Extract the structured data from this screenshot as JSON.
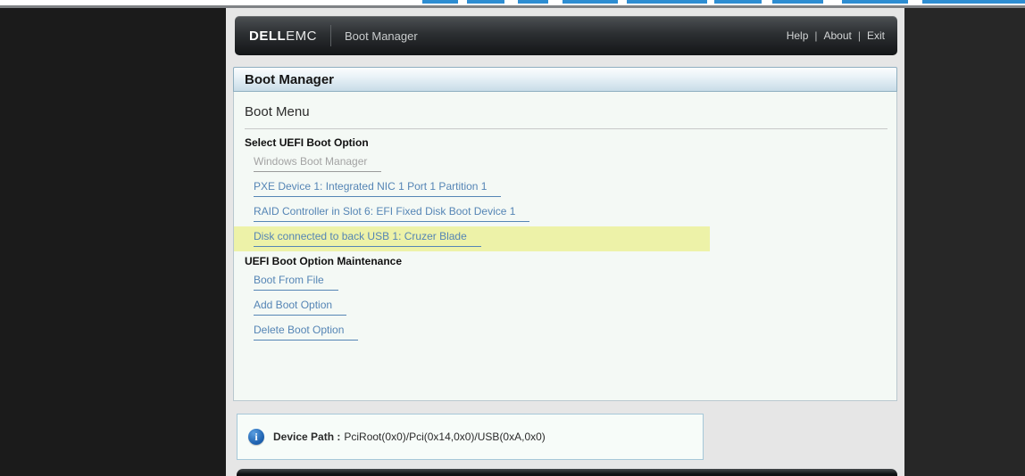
{
  "colors": {
    "accent_blue": "#2d8dd2",
    "link_blue": "#5585b5",
    "link_disabled": "#a3a3a3",
    "highlight_yellow": "#edf2a8",
    "panel_bg": "#f4f9f5",
    "info_border": "#a6c8d9"
  },
  "appbar": {
    "brand_dell": "DELL",
    "brand_emc": "EMC",
    "title": "Boot Manager",
    "separator": "|",
    "menu": [
      {
        "label": "Help"
      },
      {
        "label": "About"
      },
      {
        "label": "Exit"
      }
    ]
  },
  "title_bar": {
    "title": "Boot Manager"
  },
  "boot_menu": {
    "section_title": "Boot Menu",
    "groups": [
      {
        "heading": "Select UEFI Boot Option",
        "options": [
          {
            "label": "Windows Boot Manager",
            "state": "disabled"
          },
          {
            "label": "PXE Device 1: Integrated NIC 1 Port 1 Partition 1",
            "state": "enabled"
          },
          {
            "label": "RAID Controller in Slot 6: EFI Fixed Disk Boot Device 1",
            "state": "enabled"
          },
          {
            "label": "Disk connected to back USB 1: Cruzer Blade",
            "state": "selected"
          }
        ]
      },
      {
        "heading": "UEFI Boot Option Maintenance",
        "options": [
          {
            "label": "Boot From File",
            "state": "enabled"
          },
          {
            "label": "Add Boot Option",
            "state": "enabled"
          },
          {
            "label": "Delete Boot Option",
            "state": "enabled"
          }
        ]
      }
    ]
  },
  "info_box": {
    "icon": "info-icon",
    "icon_glyph": "i",
    "label": "Device Path :",
    "value": "PciRoot(0x0)/Pci(0x14,0x0)/USB(0xA,0x0)"
  }
}
